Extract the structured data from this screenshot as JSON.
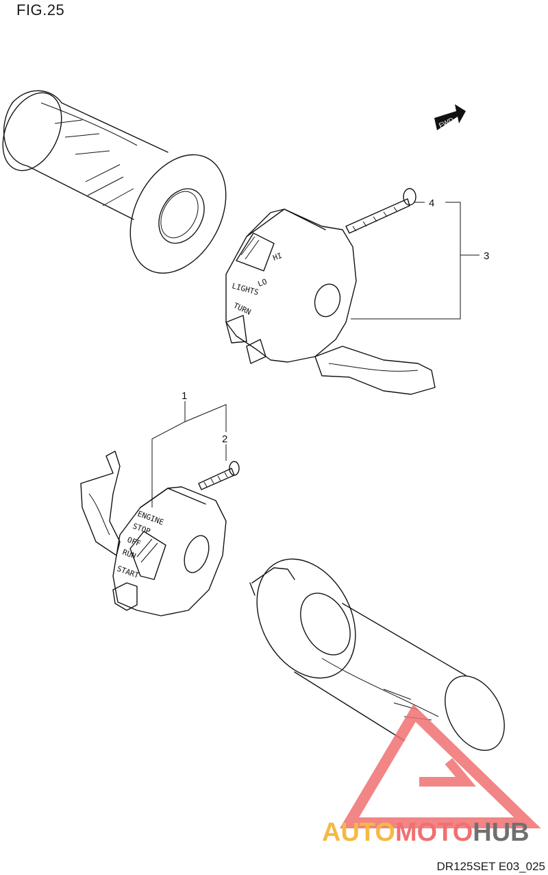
{
  "figure_title": "FIG.25",
  "drawing_code": "DR125SET E03_025",
  "fwd_label": "FWD",
  "callouts": {
    "c1": "1",
    "c2": "2",
    "c3": "3",
    "c4": "4"
  },
  "switch_right": {
    "hi": "HI",
    "lo": "LO",
    "lights": "LIGHTS",
    "turn": "TURN"
  },
  "switch_left": {
    "engine": "ENGINE",
    "stop": "STOP",
    "off": "OFF",
    "run": "RUN",
    "start": "START"
  },
  "watermark": {
    "part1": "AUTO",
    "part2": "MOTO",
    "part3": "HUB",
    "color_a": "#f5b942",
    "color_b": "#f07070",
    "color_c": "#707070"
  }
}
